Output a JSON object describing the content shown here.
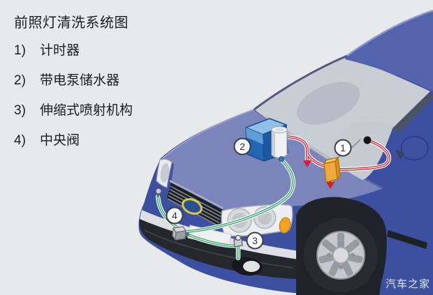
{
  "legend": {
    "title": "前照灯清洗系统图",
    "items": [
      {
        "num": "1)",
        "label": "计时器"
      },
      {
        "num": "2)",
        "label": "带电泵储水器"
      },
      {
        "num": "3)",
        "label": "伸缩式喷射机构"
      },
      {
        "num": "4)",
        "label": "中央阀"
      }
    ]
  },
  "diagram": {
    "callouts": [
      {
        "n": "1"
      },
      {
        "n": "2"
      },
      {
        "n": "3"
      },
      {
        "n": "4"
      }
    ]
  },
  "watermark": "汽车之家",
  "colors": {
    "background": "#e7e9ec",
    "body_blue": "#3c4fa0",
    "hood_blue": "#7b84bb",
    "roof_blue": "#5464ac",
    "line_red": "#cf2130",
    "line_green": "#2fa36b",
    "timer_orange": "#f0a93c",
    "reservoir_blue": "#2366b2",
    "indicator_orange": "#f2a324"
  }
}
